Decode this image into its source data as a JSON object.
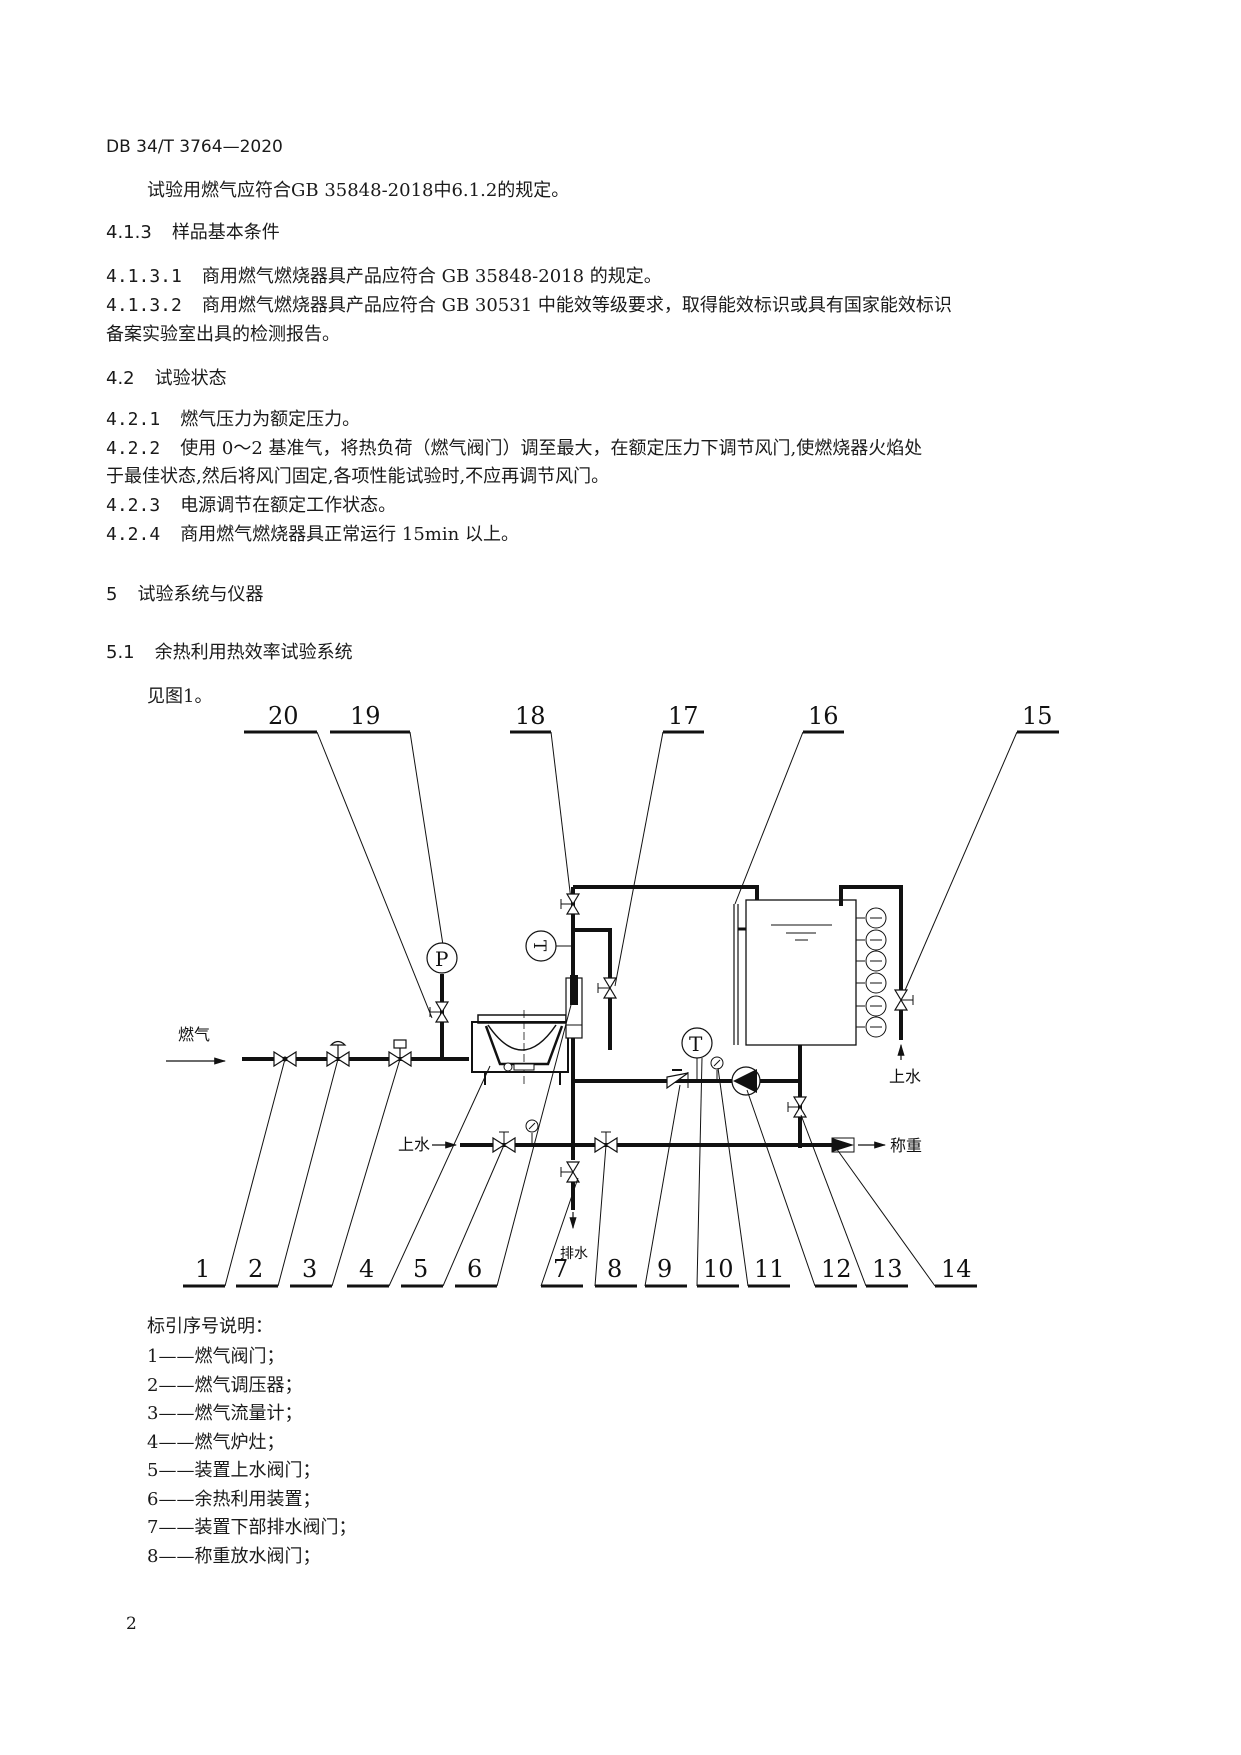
{
  "header": {
    "doc_code": "DB 34/T 3764—2020"
  },
  "paragraphs": {
    "gas_spec": "试验用燃气应符合GB 35848-2018中6.1.2的规定。"
  },
  "sections": {
    "s413": {
      "num": "4.1.3",
      "title": "样品基本条件"
    },
    "s4131": {
      "num": "4.1.3.1",
      "text": "商用燃气燃烧器具产品应符合 GB 35848-2018 的规定。"
    },
    "s4132": {
      "num": "4.1.3.2",
      "text_line1": "商用燃气燃烧器具产品应符合 GB 30531 中能效等级要求，取得能效标识或具有国家能效标识",
      "text_line2": "备案实验室出具的检测报告。"
    },
    "s42": {
      "num": "4.2",
      "title": "试验状态"
    },
    "s421": {
      "num": "4.2.1",
      "text": "燃气压力为额定压力。"
    },
    "s422": {
      "num": "4.2.2",
      "text_line1": "使用 0～2 基准气，将热负荷（燃气阀门）调至最大，在额定压力下调节风门,使燃烧器火焰处",
      "text_line2": "于最佳状态,然后将风门固定,各项性能试验时,不应再调节风门。"
    },
    "s423": {
      "num": "4.2.3",
      "text": "电源调节在额定工作状态。"
    },
    "s424": {
      "num": "4.2.4",
      "text": "商用燃气燃烧器具正常运行 15min 以上。"
    },
    "s5": {
      "num": "5",
      "title": "试验系统与仪器"
    },
    "s51": {
      "num": "5.1",
      "title": "余热利用热效率试验系统"
    },
    "see_figure": "见图1。"
  },
  "diagram": {
    "top_callouts": [
      "20",
      "19",
      "18",
      "17",
      "16",
      "15"
    ],
    "bottom_callouts": [
      "1",
      "2",
      "3",
      "4",
      "5",
      "6",
      "7",
      "8",
      "9",
      "10",
      "11",
      "12",
      "13",
      "14"
    ],
    "labels": {
      "gas_inlet": "燃气",
      "water_inlet_left": "上水",
      "water_inlet_right": "上水",
      "drain": "排水",
      "weighing": "称重",
      "pressure_gauge": "P",
      "thermometer": "T"
    }
  },
  "legend": {
    "title": "标引序号说明：",
    "items": [
      {
        "num": "1",
        "label": "燃气阀门；"
      },
      {
        "num": "2",
        "label": "燃气调压器；"
      },
      {
        "num": "3",
        "label": "燃气流量计；"
      },
      {
        "num": "4",
        "label": "燃气炉灶；"
      },
      {
        "num": "5",
        "label": "装置上水阀门；"
      },
      {
        "num": "6",
        "label": "余热利用装置；"
      },
      {
        "num": "7",
        "label": "装置下部排水阀门；"
      },
      {
        "num": "8",
        "label": "称重放水阀门；"
      }
    ],
    "dash": "——"
  },
  "footer": {
    "page_number": "2"
  }
}
